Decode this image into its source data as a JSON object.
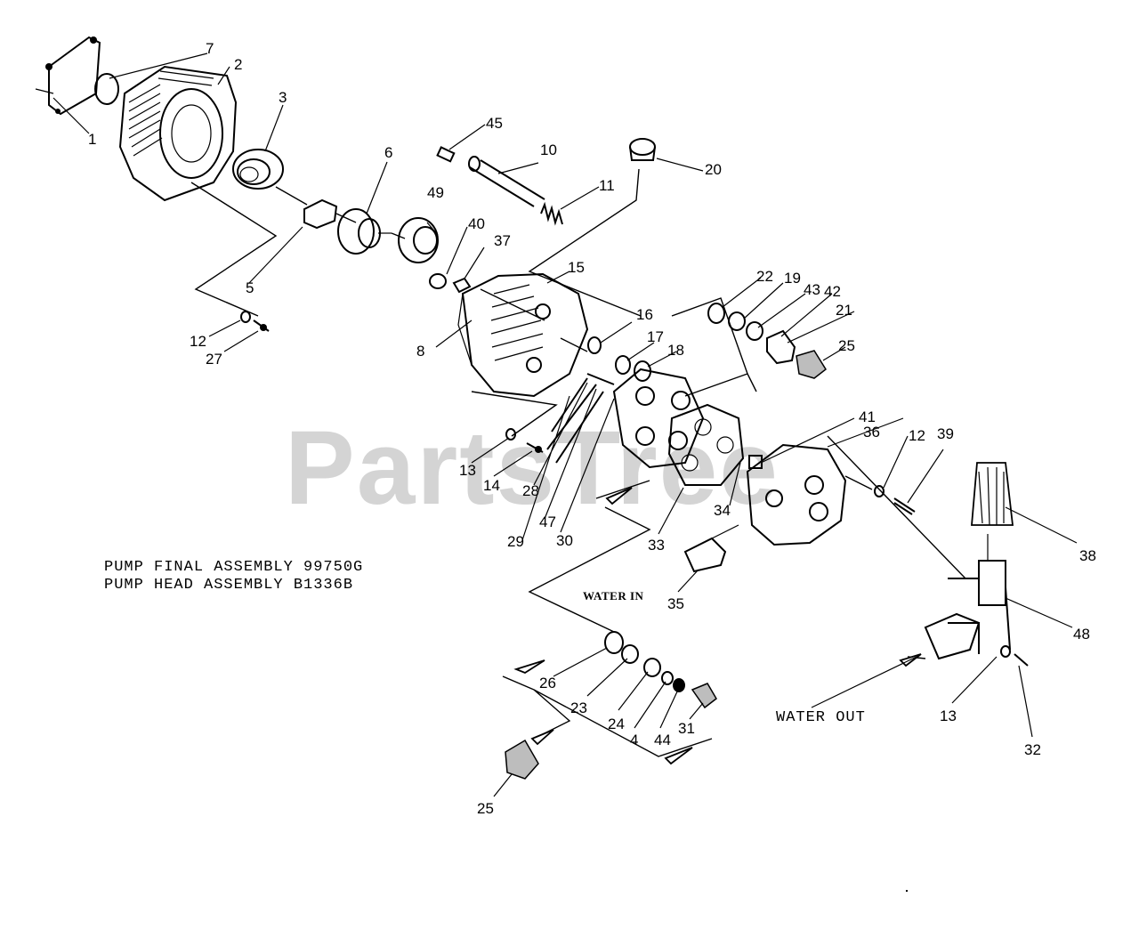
{
  "watermark": "PartsTree",
  "notes": {
    "final_assembly": "PUMP FINAL ASSEMBLY 99750G",
    "head_assembly": "PUMP HEAD ASSEMBLY B1336B",
    "water_in": "WATER IN",
    "water_out": "WATER OUT"
  },
  "callouts": {
    "n1": "1",
    "n2": "2",
    "n3": "3",
    "n4": "4",
    "n5": "5",
    "n6": "6",
    "n7": "7",
    "n8": "8",
    "n10": "10",
    "n11": "11",
    "n12a": "12",
    "n12b": "12",
    "n13a": "13",
    "n13b": "13",
    "n14": "14",
    "n15": "15",
    "n16": "16",
    "n17": "17",
    "n18": "18",
    "n19": "19",
    "n20": "20",
    "n21": "21",
    "n22": "22",
    "n23": "23",
    "n24": "24",
    "n25a": "25",
    "n25b": "25",
    "n26": "26",
    "n27": "27",
    "n28": "28",
    "n29": "29",
    "n30": "30",
    "n31": "31",
    "n32": "32",
    "n33": "33",
    "n34": "34",
    "n35": "35",
    "n36": "36",
    "n37": "37",
    "n38": "38",
    "n39": "39",
    "n40": "40",
    "n41": "41",
    "n42": "42",
    "n43": "43",
    "n44": "44",
    "n45": "45",
    "n47": "47",
    "n48": "48",
    "n49": "49"
  }
}
